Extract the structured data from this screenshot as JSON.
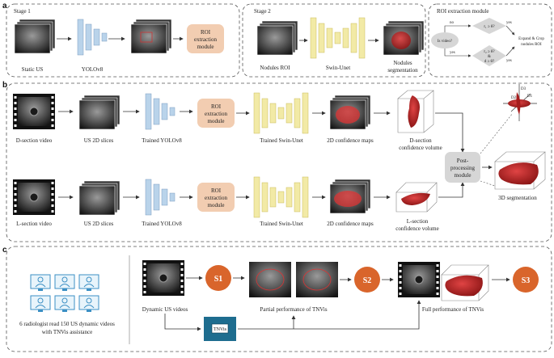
{
  "panels": {
    "a": {
      "letter": "a",
      "stage1": "Stage 1",
      "stage2": "Stage 2",
      "roi_title": "ROI extraction module",
      "static_us": "Static US",
      "yolo": "YOLOv8",
      "roi_module": [
        "ROI",
        "extraction",
        "module"
      ],
      "nodules_roi": "Nodules ROI",
      "swin": "Swin-Unet",
      "nodules_seg": [
        "Nodules",
        "segmentation"
      ],
      "is_video": "Is video?",
      "cond1": "r₁ ≥ θ?",
      "cond2a": "r₂ ≥ θ?",
      "cond2_and": "&",
      "cond2b": "d ≥ θ?",
      "no": "no",
      "yes": "yes",
      "expand": [
        "Expand & Crop",
        "nodules ROI"
      ]
    },
    "b": {
      "letter": "b",
      "d_video": "D-section video",
      "l_video": "L-section video",
      "slices": "US 2D slices",
      "trained_yolo": "Trained YOLOv8",
      "roi_module": [
        "ROI",
        "extraction",
        "module"
      ],
      "trained_swin": "Trained Swin-Unet",
      "conf_maps": "2D confidence maps",
      "d_volume": [
        "D-section",
        "confidence volume"
      ],
      "l_volume": [
        "L-section",
        "confidence volume"
      ],
      "post": [
        "Post-",
        "processing",
        "module"
      ],
      "seg3d": "3D segmentation",
      "axes": [
        "D1",
        "D2",
        "D3"
      ]
    },
    "c": {
      "letter": "c",
      "radiologists": [
        "6 radiologist read 150 US dynamic videos",
        "with TNVis assistance"
      ],
      "dynamic": "Dynamic  US videos",
      "s1": "S1",
      "s2": "S2",
      "s3": "S3",
      "partial": "Partial performance of TNVis",
      "full": "Full performance of TNVis",
      "tnvis": "TNVis"
    }
  },
  "colors": {
    "yolo": "#b9d3ea",
    "swin": "#f2eaa6",
    "roi": "#f2cdb1",
    "seg": "#cc2d2d",
    "circle": "#d9652b",
    "post": "#d6d6d6",
    "tnvis": "#1e6d8f"
  }
}
